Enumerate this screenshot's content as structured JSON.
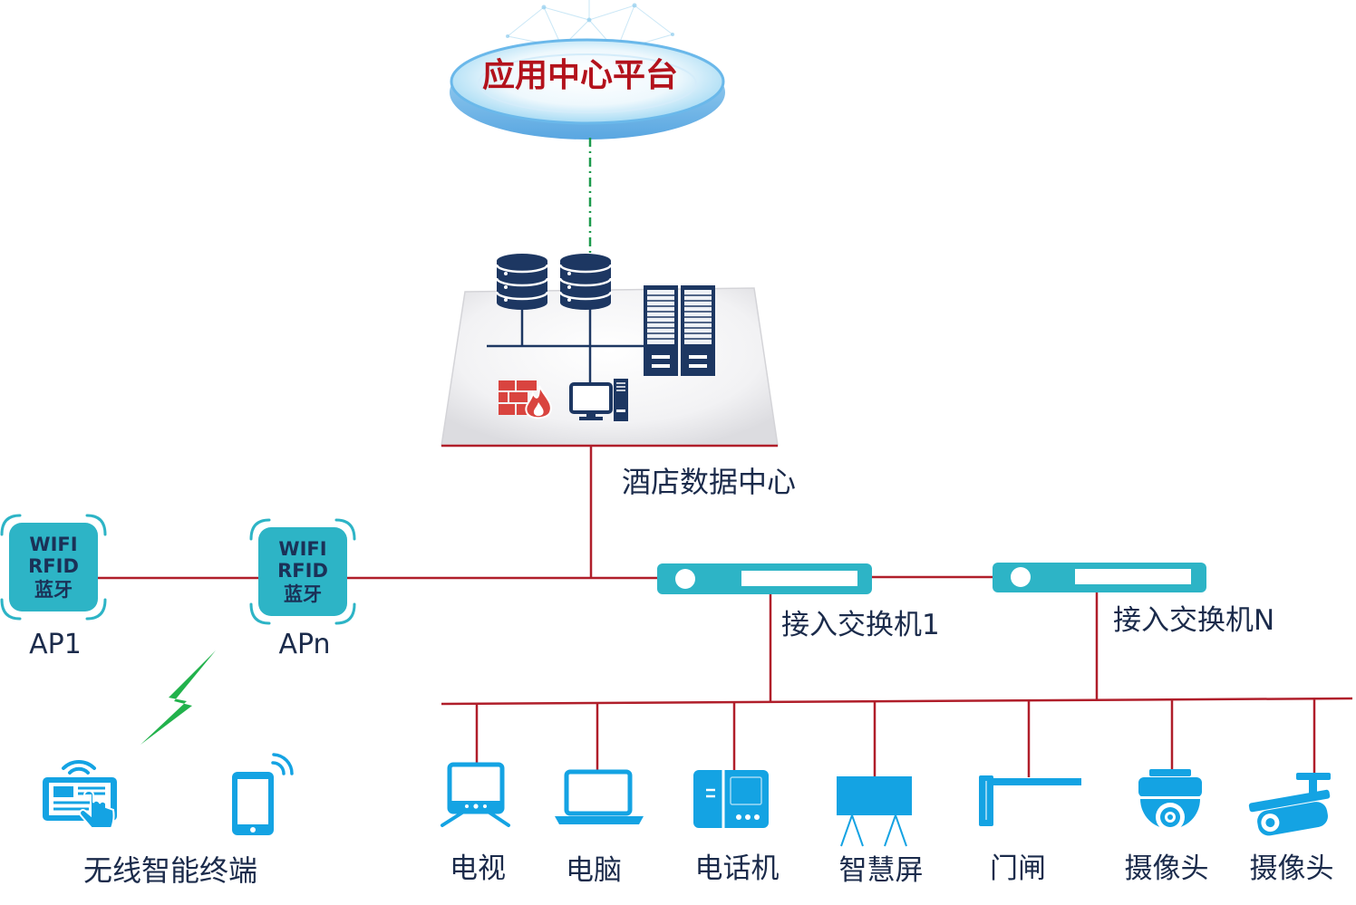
{
  "platform": {
    "title": "应用中心平台",
    "icon": "cloud-platform-icon"
  },
  "data_center": {
    "label": "酒店数据中心",
    "icons": [
      "database-icon",
      "database-icon",
      "server-rack-icon",
      "firewall-icon",
      "desktop-computer-icon"
    ]
  },
  "access_points": [
    {
      "lines": [
        "WIFI",
        "RFID",
        "蓝牙"
      ],
      "label": "AP1"
    },
    {
      "lines": [
        "WIFI",
        "RFID",
        "蓝牙"
      ],
      "label": "APn"
    }
  ],
  "switches": [
    {
      "label": "接入交换机1",
      "icon": "network-switch-icon"
    },
    {
      "label": "接入交换机N",
      "icon": "network-switch-icon"
    }
  ],
  "devices": [
    {
      "label": "电视",
      "icon": "tv-icon"
    },
    {
      "label": "电脑",
      "icon": "laptop-icon"
    },
    {
      "label": "电话机",
      "icon": "telephone-icon"
    },
    {
      "label": "智慧屏",
      "icon": "smart-screen-icon"
    },
    {
      "label": "门闸",
      "icon": "barrier-gate-icon"
    },
    {
      "label": "摄像头",
      "icon": "dome-camera-icon"
    },
    {
      "label": "摄像头",
      "icon": "bullet-camera-icon"
    }
  ],
  "wireless_terminals": {
    "label": "无线智能终端",
    "icons": [
      "card-reader-icon",
      "smartphone-icon",
      "lightning-icon"
    ]
  },
  "colors": {
    "link_red": "#b01e2a",
    "device_blue": "#14a3e3",
    "ap_teal": "#2db4c6",
    "navy": "#1d3762",
    "label_text": "#1b2b4b",
    "platform_text": "#b3121c",
    "bolt_green": "#22b24c",
    "dash_green": "#1c9a4c",
    "firewall_red": "#d9443f"
  }
}
